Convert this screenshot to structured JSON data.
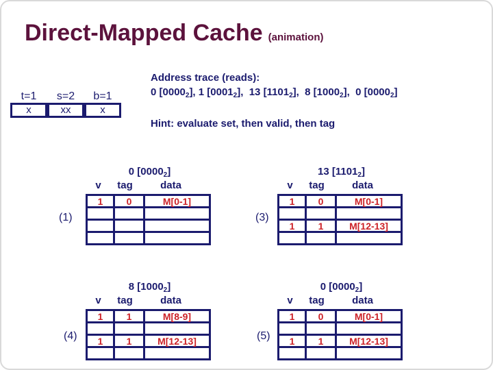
{
  "slide": {
    "title": "Direct-Mapped Cache",
    "subtitle": "(animation)"
  },
  "colors": {
    "maroon": "#5C123C",
    "navy": "#1B1B6E",
    "red": "#CC2127"
  },
  "bitfield": {
    "fields": [
      {
        "label": "t=1",
        "bits": "x"
      },
      {
        "label": "s=2",
        "bits": "xx"
      },
      {
        "label": "b=1",
        "bits": "x"
      }
    ]
  },
  "trace": {
    "heading": "Address trace (reads):",
    "line_segments": [
      {
        "t": "0 [0000"
      },
      {
        "s": "2"
      },
      {
        "t": "], 1 [0001"
      },
      {
        "s": "2"
      },
      {
        "t": "],  13 [1101"
      },
      {
        "s": "2"
      },
      {
        "t": "],  8 [1000"
      },
      {
        "s": "2"
      },
      {
        "t": "],  0 [0000"
      },
      {
        "s": "2"
      },
      {
        "t": "]"
      }
    ],
    "hint": "Hint: evaluate set, then valid, then tag"
  },
  "tables": [
    {
      "label": "(1)",
      "title_segments": [
        {
          "t": "0 [0000"
        },
        {
          "s": "2"
        },
        {
          "t": "]"
        }
      ],
      "columns": [
        "v",
        "tag",
        "data"
      ],
      "rows": [
        [
          "1",
          "0",
          "M[0-1]"
        ],
        [
          "",
          "",
          ""
        ],
        [
          "",
          "",
          ""
        ],
        [
          "",
          "",
          ""
        ]
      ]
    },
    {
      "label": "(3)",
      "title_segments": [
        {
          "t": "13 [1101"
        },
        {
          "s": "2"
        },
        {
          "t": "]"
        }
      ],
      "columns": [
        "v",
        "tag",
        "data"
      ],
      "rows": [
        [
          "1",
          "0",
          "M[0-1]"
        ],
        [
          "",
          "",
          ""
        ],
        [
          "1",
          "1",
          "M[12-13]"
        ],
        [
          "",
          "",
          ""
        ]
      ]
    },
    {
      "label": "(4)",
      "title_segments": [
        {
          "t": "8 [1000"
        },
        {
          "s": "2"
        },
        {
          "t": "]"
        }
      ],
      "columns": [
        "v",
        "tag",
        "data"
      ],
      "rows": [
        [
          "1",
          "1",
          "M[8-9]"
        ],
        [
          "",
          "",
          ""
        ],
        [
          "1",
          "1",
          "M[12-13]"
        ],
        [
          "",
          "",
          ""
        ]
      ]
    },
    {
      "label": "(5)",
      "title_segments": [
        {
          "t": "0 [0000"
        },
        {
          "s": "2"
        },
        {
          "t": "]"
        }
      ],
      "columns": [
        "v",
        "tag",
        "data"
      ],
      "rows": [
        [
          "1",
          "0",
          "M[0-1]"
        ],
        [
          "",
          "",
          ""
        ],
        [
          "1",
          "1",
          "M[12-13]"
        ],
        [
          "",
          "",
          ""
        ]
      ]
    }
  ]
}
